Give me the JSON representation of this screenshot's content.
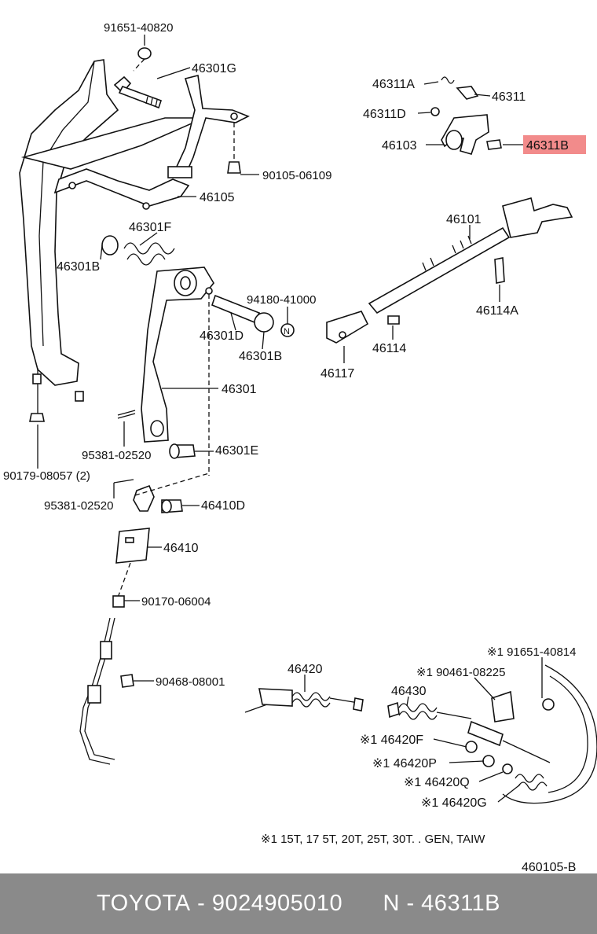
{
  "diagram": {
    "labels": {
      "p91651_40820": "91651-40820",
      "p46301G": "46301G",
      "p90105_06109": "90105-06109",
      "p46105": "46105",
      "p46301F": "46301F",
      "p46301B_a": "46301B",
      "p94180_41000": "94180-41000",
      "p46301D": "46301D",
      "p46301B_b": "46301B",
      "p46301": "46301",
      "p95381_02520_a": "95381-02520",
      "p46301E": "46301E",
      "p90179_08057": "90179-08057 (2)",
      "p95381_02520_b": "95381-02520",
      "p46410D": "46410D",
      "p46410": "46410",
      "p90170_06004": "90170-06004",
      "p90468_08001": "90468-08001",
      "p46420": "46420",
      "p46311A": "46311A",
      "p46311": "46311",
      "p46311D": "46311D",
      "p46103": "46103",
      "p46311B": "46311B",
      "p46101": "46101",
      "p46114A": "46114A",
      "p46114": "46114",
      "p46117": "46117",
      "p91651_40814": "※1 91651-40814",
      "p90461_08225": "※1 90461-08225",
      "p46430": "46430",
      "p46420F": "※1 46420F",
      "p46420P": "※1 46420P",
      "p46420Q": "※1 46420Q",
      "p46420G": "※1 46420G",
      "note": "※1 15T, 17 5T, 20T, 25T, 30T. . GEN, TAIW",
      "diagram_id": "460105-B"
    },
    "highlight_color": "#f28b8b"
  },
  "footer": {
    "brand": "TOYOTA",
    "sep1": " - ",
    "part_number": "9024905010",
    "gap": "      ",
    "ref": "N - 46311B",
    "bg_color": "#8a8a8a"
  }
}
